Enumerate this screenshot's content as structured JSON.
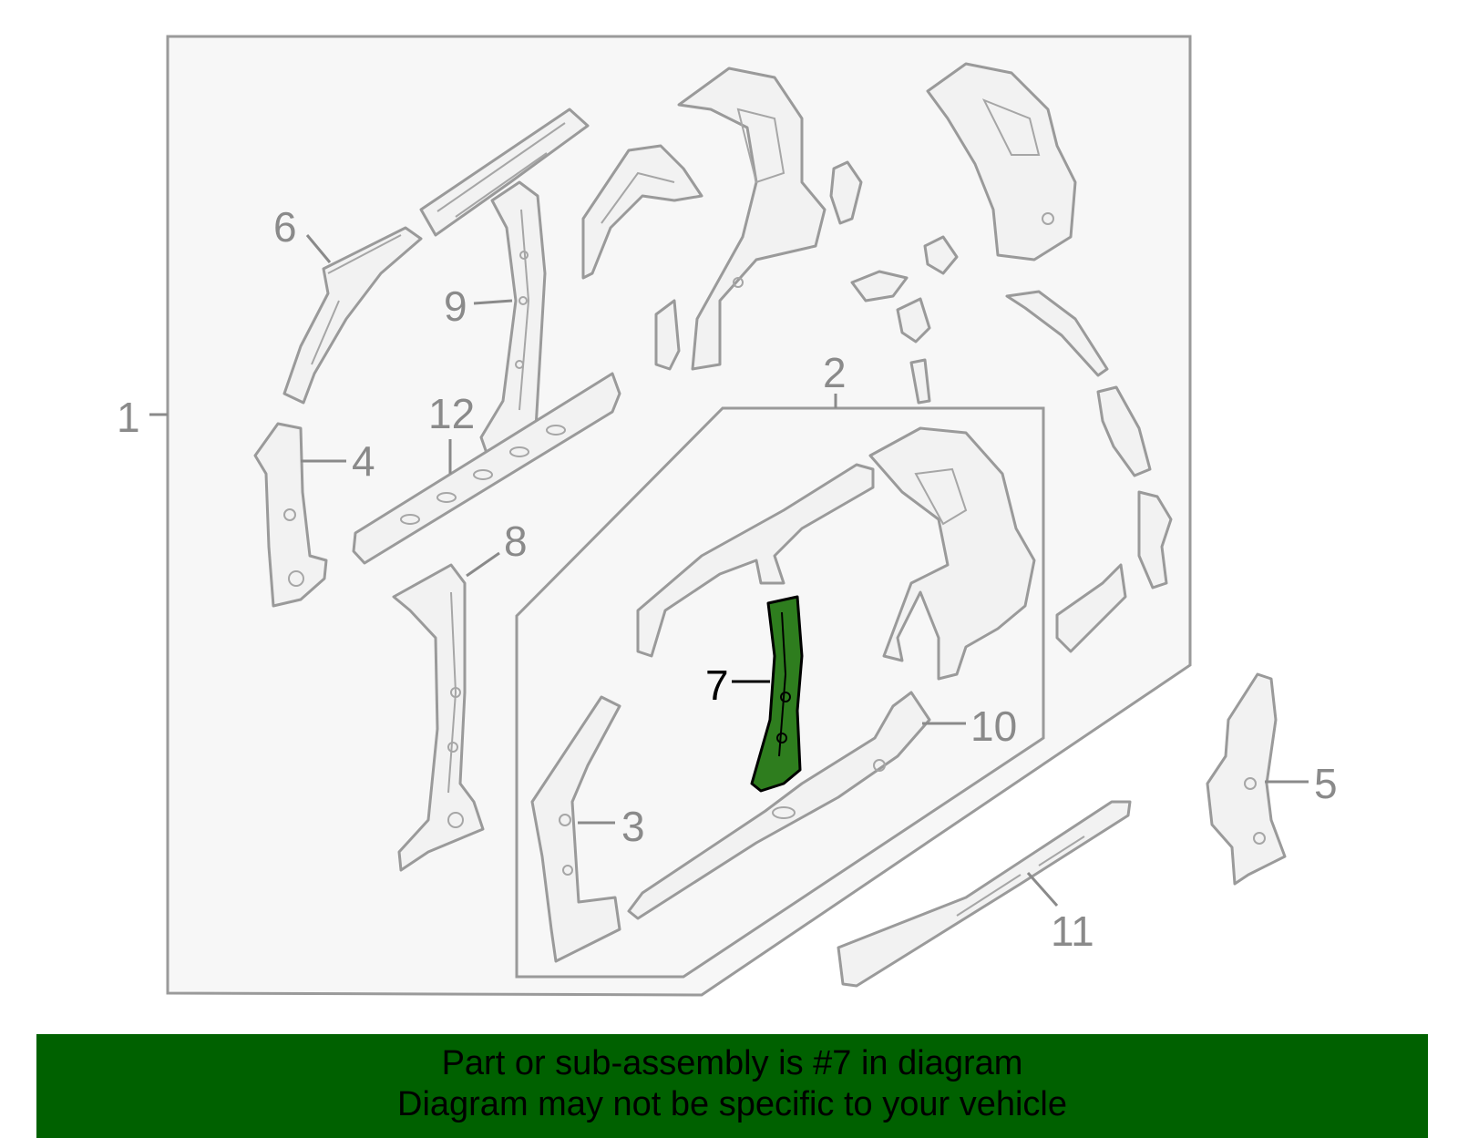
{
  "diagram": {
    "callouts": [
      "1",
      "2",
      "3",
      "4",
      "5",
      "6",
      "7",
      "8",
      "9",
      "10",
      "11",
      "12"
    ],
    "highlighted_callout": "7",
    "colors": {
      "highlight": "#2e7d1e",
      "banner_bg": "#006100",
      "line": "#9a9a9a",
      "panel": "#f7f7f7"
    }
  },
  "banner": {
    "line1": "Part or sub-assembly is #7 in diagram",
    "line2": "Diagram may not be specific to your vehicle"
  }
}
